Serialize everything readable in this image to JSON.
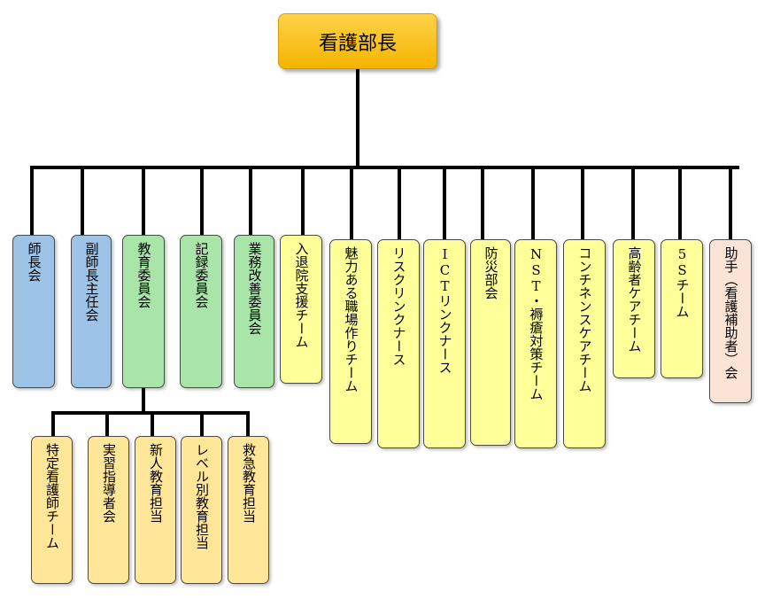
{
  "top": {
    "label": "看護部長"
  },
  "committees": [
    {
      "label": "師長会"
    },
    {
      "label": "副師長主任会"
    },
    {
      "label": "教育委員会"
    },
    {
      "label": "記録委員会"
    },
    {
      "label": "業務改善委員会"
    },
    {
      "label": "入退院支援チーム"
    },
    {
      "label": "魅力ある職場作りチーム"
    },
    {
      "label": "リスクリンクナース"
    },
    {
      "label": "ICTリンクナース"
    },
    {
      "label": "防災部会"
    },
    {
      "label": "NST・褥瘡対策チーム"
    },
    {
      "label": "コンチネンスケアチーム"
    },
    {
      "label": "高齢者ケアチーム"
    },
    {
      "label": "5Sチーム"
    },
    {
      "label": "助手（看護補助者）会"
    }
  ],
  "education_sub": [
    {
      "label": "特定看護師チーム"
    },
    {
      "label": "実習指導者会"
    },
    {
      "label": "新人教育担当"
    },
    {
      "label": "レベル別教育担当"
    },
    {
      "label": "救急教育担当"
    }
  ],
  "colors": {
    "head": "#f5b400",
    "blue": "#9dc3e6",
    "green": "#a9e5a9",
    "yellow": "#ffff99",
    "pink": "#fbe4d5",
    "orange": "#ffe699"
  }
}
